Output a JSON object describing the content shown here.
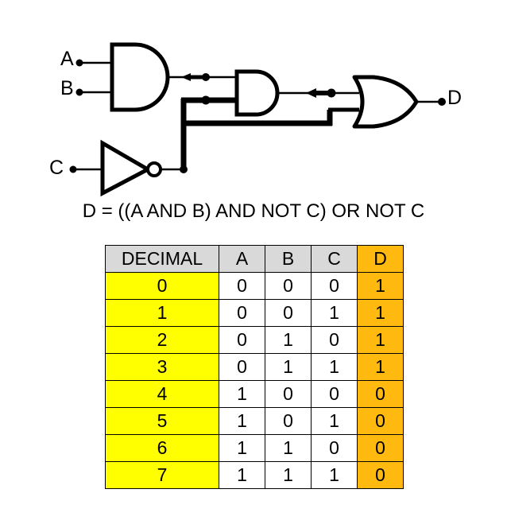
{
  "circuit": {
    "inputs": [
      {
        "name": "input-a",
        "label": "A"
      },
      {
        "name": "input-b",
        "label": "B"
      },
      {
        "name": "input-c",
        "label": "C"
      }
    ],
    "output": {
      "name": "output-d",
      "label": "D"
    },
    "gates": [
      {
        "name": "and-gate-1",
        "type": "AND"
      },
      {
        "name": "and-gate-2",
        "type": "AND"
      },
      {
        "name": "not-gate-1",
        "type": "NOT"
      },
      {
        "name": "or-gate-1",
        "type": "OR"
      }
    ],
    "wire_color": "#000000"
  },
  "equation": {
    "text": "D = ((A AND B) AND NOT C) OR NOT C"
  },
  "truth_table": {
    "headers": [
      "DECIMAL",
      "A",
      "B",
      "C",
      "D"
    ],
    "rows": [
      {
        "decimal": "0",
        "a": "0",
        "b": "0",
        "c": "0",
        "d": "1"
      },
      {
        "decimal": "1",
        "a": "0",
        "b": "0",
        "c": "1",
        "d": "1"
      },
      {
        "decimal": "2",
        "a": "0",
        "b": "1",
        "c": "0",
        "d": "1"
      },
      {
        "decimal": "3",
        "a": "0",
        "b": "1",
        "c": "1",
        "d": "1"
      },
      {
        "decimal": "4",
        "a": "1",
        "b": "0",
        "c": "0",
        "d": "0"
      },
      {
        "decimal": "5",
        "a": "1",
        "b": "0",
        "c": "1",
        "d": "0"
      },
      {
        "decimal": "6",
        "a": "1",
        "b": "1",
        "c": "0",
        "d": "0"
      },
      {
        "decimal": "7",
        "a": "1",
        "b": "1",
        "c": "1",
        "d": "0"
      }
    ],
    "colors": {
      "header_bg": "#d9d9d9",
      "output_header_bg": "#ffb90f",
      "decimal_bg": "#ffff00",
      "bit_bg": "#ffffff",
      "output_bg": "#ffb90f",
      "border": "#000000"
    }
  }
}
